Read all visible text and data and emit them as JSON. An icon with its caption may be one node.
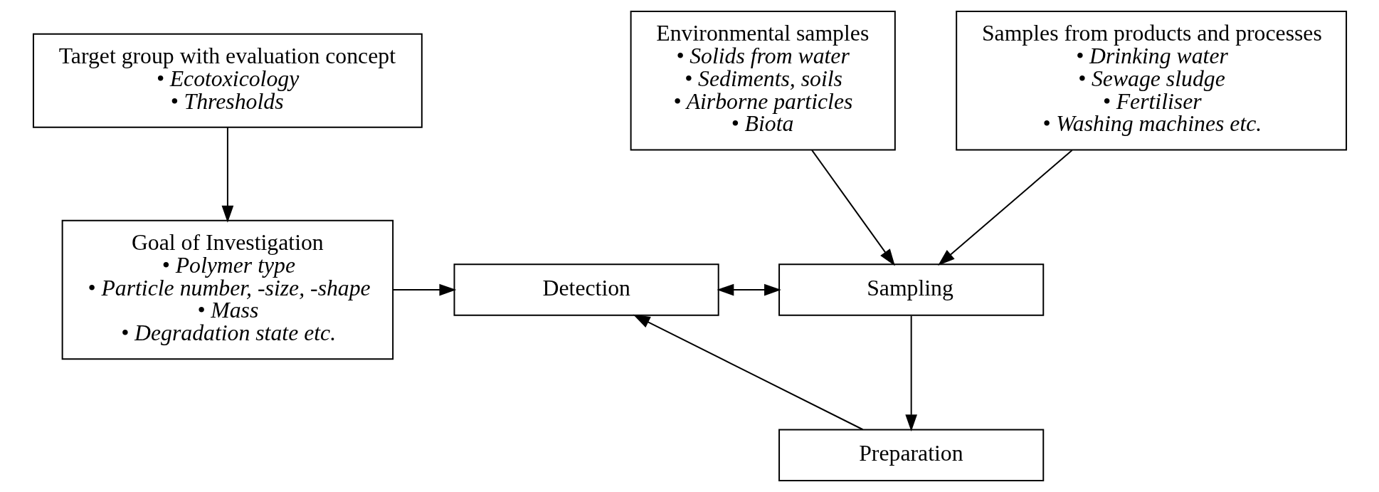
{
  "diagram": {
    "nodes": [
      {
        "text": [
          "Goal of Investigation",
          "• Polymer type",
          "• Particle number, -size, -shape",
          "• Mass",
          "• Degradation state etc."
        ]
      },
      {
        "text": [
          "Target group with evaluation concept",
          "• Ecotoxicology",
          "• Thresholds"
        ]
      },
      {
        "text": [
          "Environmental samples",
          "• Solids from water",
          "• Sediments, soils",
          "• Airborne particles",
          "• Biota"
        ]
      },
      {
        "text": [
          "Samples from products and processes",
          "• Drinking water",
          "• Sewage sludge",
          "• Fertiliser",
          "• Washing machines etc."
        ]
      },
      {
        "text": [
          "Detection"
        ]
      },
      {
        "text": [
          "Sampling"
        ]
      },
      {
        "text": [
          "Preparation"
        ]
      }
    ],
    "edges": [
      {
        "from": 1,
        "to": 0,
        "arrow": "to"
      },
      {
        "from": 0,
        "to": 4,
        "arrow": "to"
      },
      {
        "from": 4,
        "to": 5,
        "arrow": "both"
      },
      {
        "from": 2,
        "to": 5,
        "arrow": "to"
      },
      {
        "from": 3,
        "to": 5,
        "arrow": "to"
      },
      {
        "from": 5,
        "to": 6,
        "arrow": "to"
      },
      {
        "from": 6,
        "to": 4,
        "arrow": "to"
      }
    ]
  }
}
